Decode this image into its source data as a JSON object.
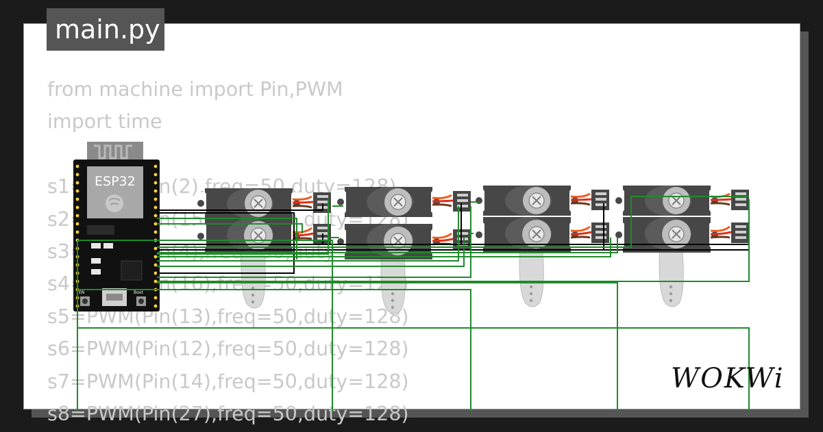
{
  "tab": {
    "filename": "main.py"
  },
  "code_lines": [
    "from machine import Pin,PWM",
    "import time",
    "",
    "s1=PWM(Pin(2),freq=50,duty=128)",
    "s2=PWM(Pin(15),freq=50,duty=128)",
    "s3=PWM(Pin(4),freq=50,duty=128)",
    "s4=PWM(Pin(16),freq=50,duty=128)",
    "s5=PWM(Pin(13),freq=50,duty=128)",
    "s6=PWM(Pin(12),freq=50,duty=128)",
    "s7=PWM(Pin(14),freq=50,duty=128)",
    "s8=PWM(Pin(27),freq=50,duty=128)"
  ],
  "board": {
    "label": "ESP32",
    "boot_label": "Boot",
    "en_label": "EN"
  },
  "logo": {
    "text": "WOKWi"
  },
  "colors": {
    "background": "#1b1b1b",
    "card": "#ffffff",
    "tab": "#555555",
    "wire_green": "#1f8a2a",
    "wire_black": "#000000",
    "servo_body": "#474747",
    "servo_horn": "#d8d8d8",
    "servo_cable_orange": "#f05a1a",
    "servo_cable_red": "#e0301e",
    "servo_cable_brown": "#6b3a1d",
    "pin_yellow": "#f3d43a"
  },
  "servos": [
    {
      "id": "servo-1"
    },
    {
      "id": "servo-2"
    },
    {
      "id": "servo-3"
    },
    {
      "id": "servo-4"
    },
    {
      "id": "servo-5"
    },
    {
      "id": "servo-6"
    },
    {
      "id": "servo-7"
    },
    {
      "id": "servo-8"
    }
  ]
}
